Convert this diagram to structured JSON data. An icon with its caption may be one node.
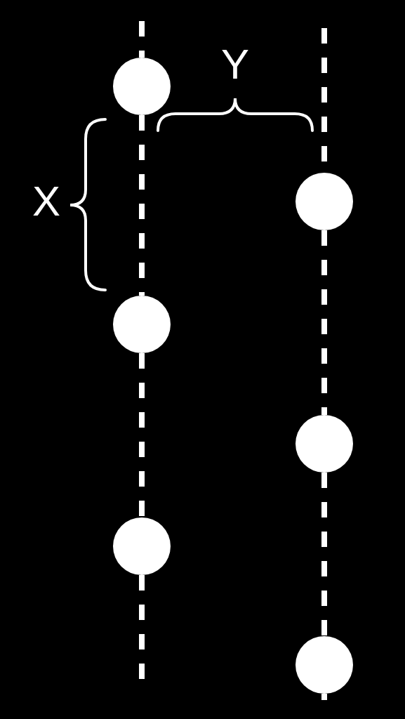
{
  "diagram": {
    "nodes": [
      {
        "text": [],
        "shape": "circle"
      },
      {
        "text": [],
        "shape": "circle"
      },
      {
        "text": [],
        "shape": "circle"
      },
      {
        "text": [],
        "shape": "circle"
      },
      {
        "text": [],
        "shape": "circle"
      },
      {
        "text": [],
        "shape": "circle"
      }
    ],
    "edges": [
      {
        "from": null,
        "to": 0,
        "arrow": "none",
        "style": "dashed"
      },
      {
        "from": 0,
        "to": 2,
        "arrow": "none",
        "style": "dashed"
      },
      {
        "from": 2,
        "to": 4,
        "arrow": "none",
        "style": "dashed"
      },
      {
        "from": 4,
        "to": null,
        "arrow": "none",
        "style": "dashed"
      },
      {
        "from": null,
        "to": 1,
        "arrow": "none",
        "style": "dashed"
      },
      {
        "from": 1,
        "to": 3,
        "arrow": "none",
        "style": "dashed"
      },
      {
        "from": 3,
        "to": 5,
        "arrow": "none",
        "style": "dashed"
      },
      {
        "from": 5,
        "to": null,
        "arrow": "none",
        "style": "dashed"
      }
    ],
    "labels": [
      "Y",
      "X"
    ]
  }
}
